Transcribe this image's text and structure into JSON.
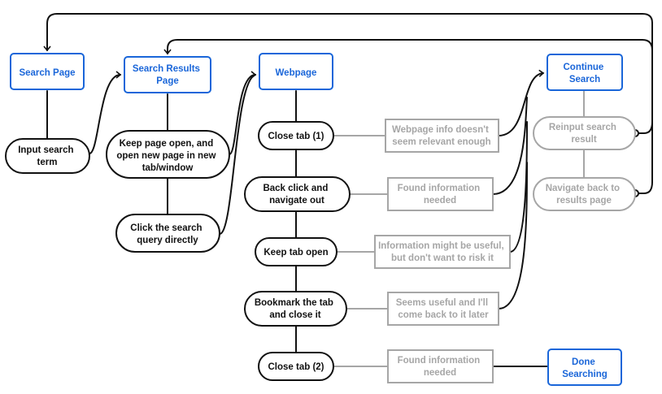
{
  "colors": {
    "blue": "#1a66d9",
    "dark": "#111111",
    "gray": "#a6a6a6"
  },
  "nodes": {
    "search_page": "Search Page",
    "search_results_page": [
      "Search Results",
      "Page"
    ],
    "webpage": "Webpage",
    "continue_search": [
      "Continue",
      "Search"
    ],
    "done_searching": [
      "Done",
      "Searching"
    ],
    "input_search_term": [
      "Input search",
      "term"
    ],
    "keep_page_open": [
      "Keep page open, and",
      "open new page in new",
      "tab/window"
    ],
    "click_query_directly": [
      "Click the search",
      "query directly"
    ],
    "close_tab_1": "Close tab (1)",
    "back_click": [
      "Back click and",
      "navigate out"
    ],
    "keep_tab_open": "Keep tab open",
    "bookmark_tab": [
      "Bookmark the tab",
      "and close it"
    ],
    "close_tab_2": "Close tab (2)",
    "reason_not_relevant": [
      "Webpage info doesn't",
      "seem relevant enough"
    ],
    "reason_found_info_1": [
      "Found information",
      "needed"
    ],
    "reason_might_be_useful": [
      "Information might be useful,",
      "but don't want to risk it"
    ],
    "reason_come_back": [
      "Seems useful and I'll",
      "come back to it later"
    ],
    "reason_found_info_2": [
      "Found information",
      "needed"
    ],
    "reinput_search": [
      "Reinput search",
      "result"
    ],
    "navigate_back": [
      "Navigate back to",
      "results page"
    ]
  }
}
